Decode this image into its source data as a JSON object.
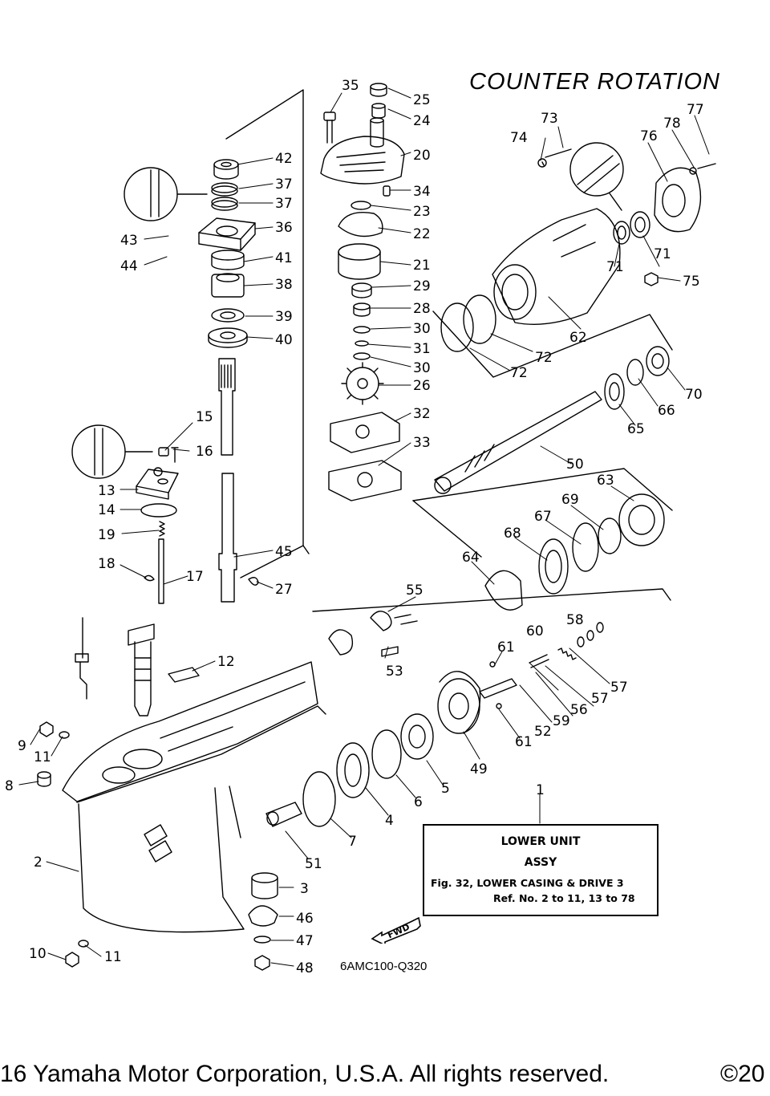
{
  "title": "COUNTER ROTATION",
  "info_box": {
    "line1": "LOWER UNIT",
    "line2": "ASSY",
    "line3": "Fig. 32, LOWER CASING & DRIVE 3",
    "line4": "Ref. No. 2 to 11, 13 to 78"
  },
  "catalog_code": "6AMC100-Q320",
  "fwd_label": "FWD",
  "copyright_left": "16 Yamaha Motor Corporation, U.S.A. All rights reserved.",
  "copyright_right": "©20",
  "colors": {
    "line": "#000000",
    "background": "#ffffff"
  },
  "callouts": [
    {
      "id": "c35",
      "text": "35"
    },
    {
      "id": "c25",
      "text": "25"
    },
    {
      "id": "c24",
      "text": "24"
    },
    {
      "id": "c20",
      "text": "20"
    },
    {
      "id": "c34",
      "text": "34"
    },
    {
      "id": "c23",
      "text": "23"
    },
    {
      "id": "c22",
      "text": "22"
    },
    {
      "id": "c21",
      "text": "21"
    },
    {
      "id": "c29",
      "text": "29"
    },
    {
      "id": "c28",
      "text": "28"
    },
    {
      "id": "c30a",
      "text": "30"
    },
    {
      "id": "c31",
      "text": "31"
    },
    {
      "id": "c30b",
      "text": "30"
    },
    {
      "id": "c26",
      "text": "26"
    },
    {
      "id": "c32",
      "text": "32"
    },
    {
      "id": "c33",
      "text": "33"
    },
    {
      "id": "c42",
      "text": "42"
    },
    {
      "id": "c37a",
      "text": "37"
    },
    {
      "id": "c37b",
      "text": "37"
    },
    {
      "id": "c36",
      "text": "36"
    },
    {
      "id": "c43",
      "text": "43"
    },
    {
      "id": "c41",
      "text": "41"
    },
    {
      "id": "c44",
      "text": "44"
    },
    {
      "id": "c38",
      "text": "38"
    },
    {
      "id": "c39",
      "text": "39"
    },
    {
      "id": "c40",
      "text": "40"
    },
    {
      "id": "c15",
      "text": "15"
    },
    {
      "id": "c16",
      "text": "16"
    },
    {
      "id": "c13",
      "text": "13"
    },
    {
      "id": "c14",
      "text": "14"
    },
    {
      "id": "c19",
      "text": "19"
    },
    {
      "id": "c45",
      "text": "45"
    },
    {
      "id": "c18",
      "text": "18"
    },
    {
      "id": "c17",
      "text": "17"
    },
    {
      "id": "c27",
      "text": "27"
    },
    {
      "id": "c12",
      "text": "12"
    },
    {
      "id": "c9",
      "text": "9"
    },
    {
      "id": "c11a",
      "text": "11"
    },
    {
      "id": "c8",
      "text": "8"
    },
    {
      "id": "c2",
      "text": "2"
    },
    {
      "id": "c10",
      "text": "10"
    },
    {
      "id": "c11b",
      "text": "11"
    },
    {
      "id": "c74",
      "text": "74"
    },
    {
      "id": "c73",
      "text": "73"
    },
    {
      "id": "c77",
      "text": "77"
    },
    {
      "id": "c78",
      "text": "78"
    },
    {
      "id": "c76",
      "text": "76"
    },
    {
      "id": "c71a",
      "text": "71"
    },
    {
      "id": "c71b",
      "text": "71"
    },
    {
      "id": "c75",
      "text": "75"
    },
    {
      "id": "c62",
      "text": "62"
    },
    {
      "id": "c72a",
      "text": "72"
    },
    {
      "id": "c72b",
      "text": "72"
    },
    {
      "id": "c70",
      "text": "70"
    },
    {
      "id": "c66",
      "text": "66"
    },
    {
      "id": "c65",
      "text": "65"
    },
    {
      "id": "c50",
      "text": "50"
    },
    {
      "id": "c63",
      "text": "63"
    },
    {
      "id": "c69",
      "text": "69"
    },
    {
      "id": "c67",
      "text": "67"
    },
    {
      "id": "c68",
      "text": "68"
    },
    {
      "id": "c64",
      "text": "64"
    },
    {
      "id": "c55",
      "text": "55"
    },
    {
      "id": "c58",
      "text": "58"
    },
    {
      "id": "c60",
      "text": "60"
    },
    {
      "id": "c53",
      "text": "53"
    },
    {
      "id": "c61a",
      "text": "61"
    },
    {
      "id": "c56",
      "text": "56"
    },
    {
      "id": "c57a",
      "text": "57"
    },
    {
      "id": "c57b",
      "text": "57"
    },
    {
      "id": "c59",
      "text": "59"
    },
    {
      "id": "c52",
      "text": "52"
    },
    {
      "id": "c61b",
      "text": "61"
    },
    {
      "id": "c49",
      "text": "49"
    },
    {
      "id": "c5",
      "text": "5"
    },
    {
      "id": "c6",
      "text": "6"
    },
    {
      "id": "c4",
      "text": "4"
    },
    {
      "id": "c7",
      "text": "7"
    },
    {
      "id": "c51",
      "text": "51"
    },
    {
      "id": "c3",
      "text": "3"
    },
    {
      "id": "c46",
      "text": "46"
    },
    {
      "id": "c47",
      "text": "47"
    },
    {
      "id": "c48",
      "text": "48"
    },
    {
      "id": "c1",
      "text": "1"
    }
  ]
}
